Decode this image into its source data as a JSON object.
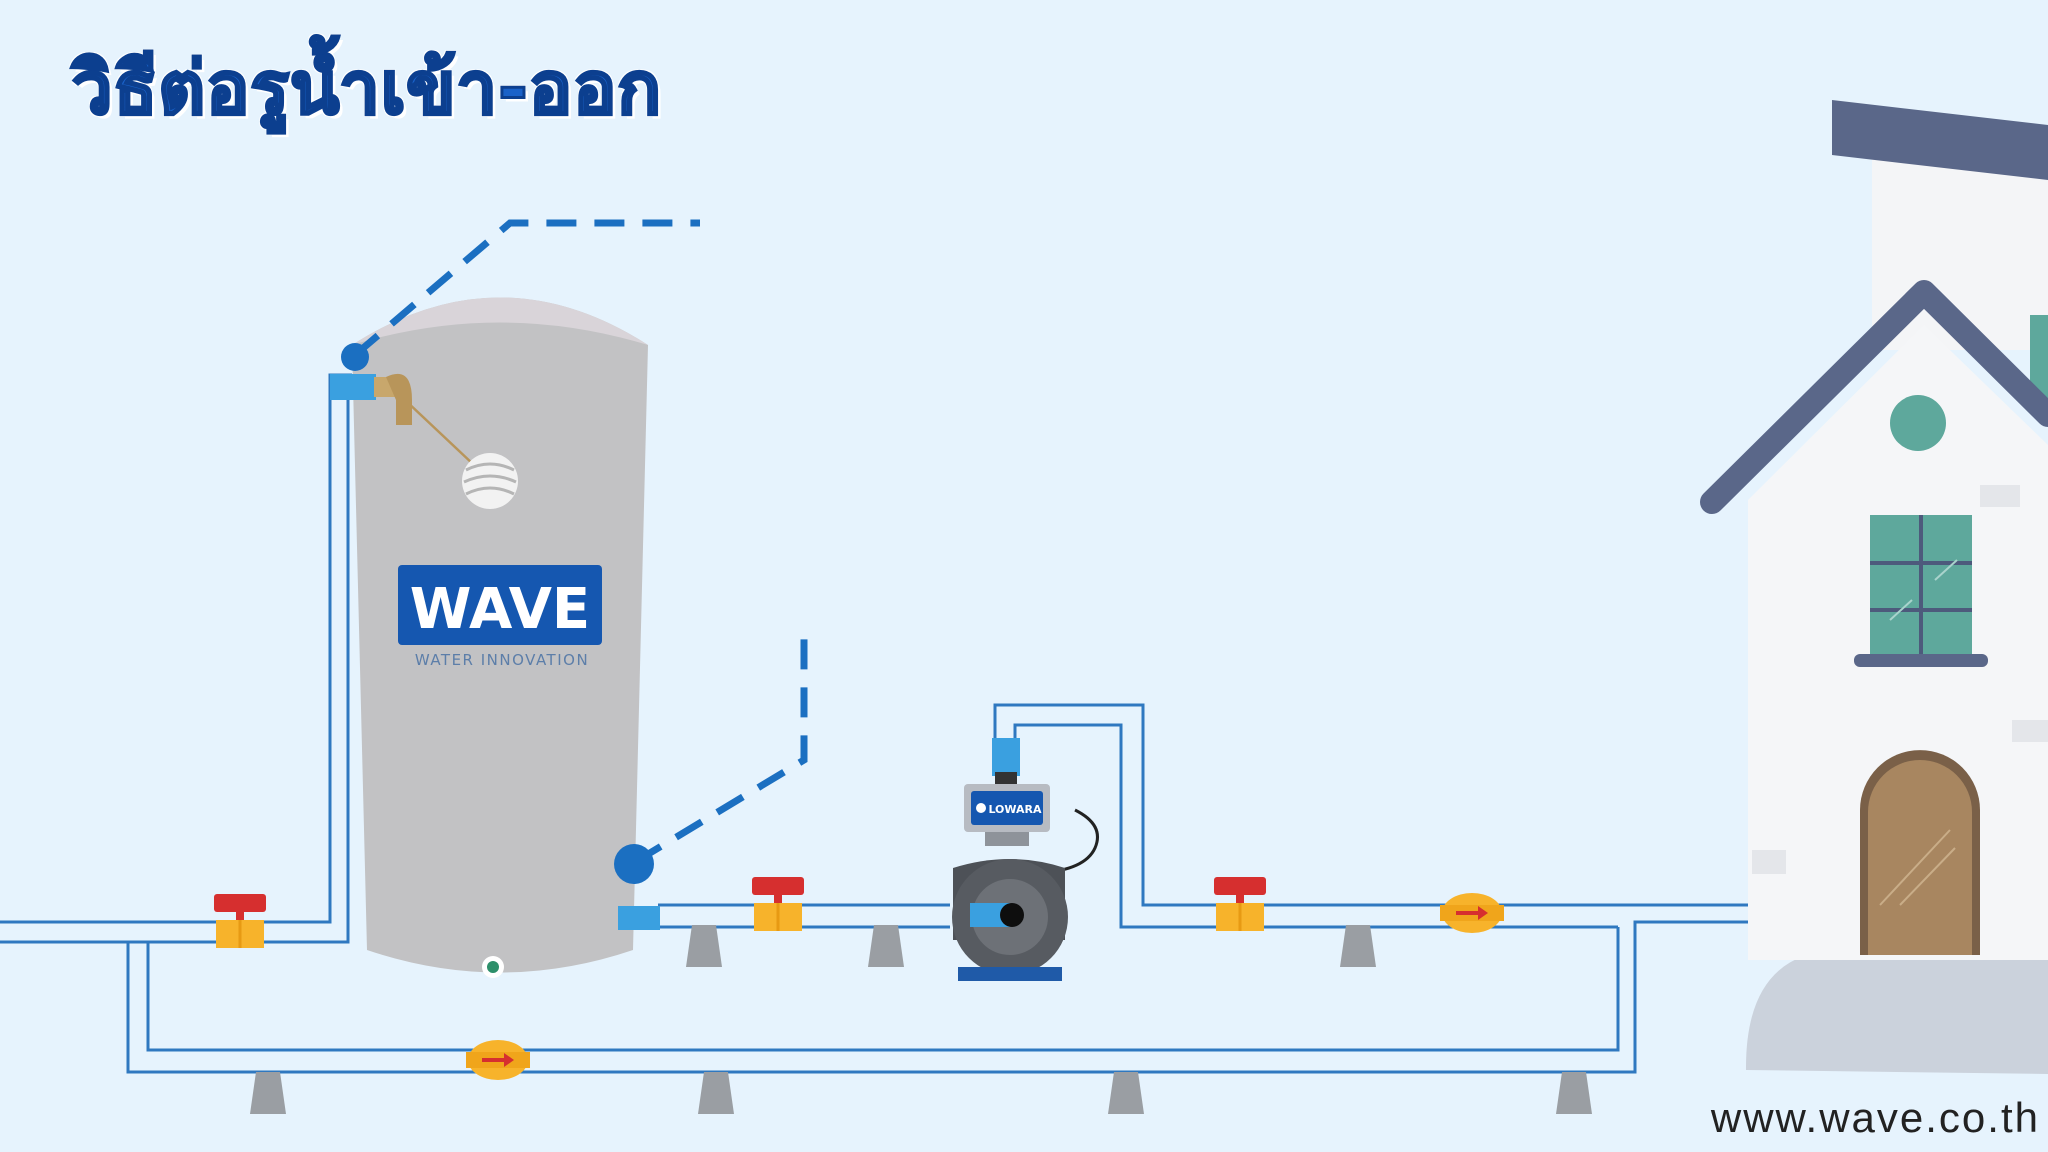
{
  "title": "วิธีต่อรูน้ำเข้า-ออก",
  "website": "www.wave.co.th",
  "tank": {
    "brand": "WAVE",
    "tagline": "WATER INNOVATION"
  },
  "pump": {
    "brand": "LOWARA"
  },
  "colors": {
    "background": "#e6f3fd",
    "pipe": "#2f78c0",
    "dashed_line": "#1b6fc1",
    "tank_body": "#c2c2c4",
    "brand_blue": "#1557b0",
    "valve_body": "#f7b32b",
    "valve_handle": "#d62f2f",
    "house_roof": "#5a6789",
    "house_accent": "#5ea89c",
    "door": "#a88660"
  }
}
